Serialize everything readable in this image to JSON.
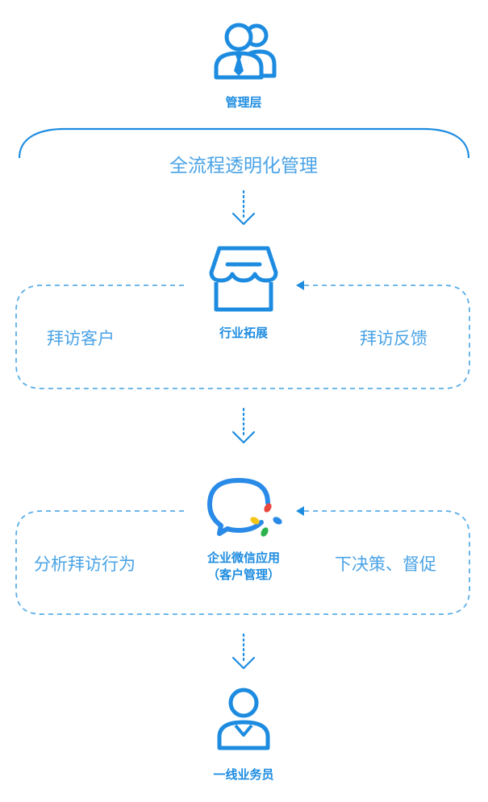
{
  "diagram": {
    "colors": {
      "primary": "#1d8ce0",
      "soft": "#4aa3e6",
      "dashed": "#5aaee8",
      "accent_red": "#e8473c",
      "accent_green": "#2bb24c",
      "accent_yellow": "#f5c518",
      "accent_blue": "#2a8ae8"
    },
    "top_node": {
      "icon": "management-users-icon",
      "label": "管理层"
    },
    "banner": {
      "text": "全流程透明化管理"
    },
    "industry_node": {
      "icon": "storefront-icon",
      "label": "行业拓展"
    },
    "loop1": {
      "left": "拜访客户",
      "right": "拜访反馈"
    },
    "wecom_node": {
      "icon": "chat-bubble-logo-icon",
      "label_line1": "企业微信应用",
      "label_line2": "（客户管理）"
    },
    "loop2": {
      "left": "分析拜访行为",
      "right": "下决策、督促"
    },
    "bottom_node": {
      "icon": "salesperson-icon",
      "label": "一线业务员"
    }
  }
}
